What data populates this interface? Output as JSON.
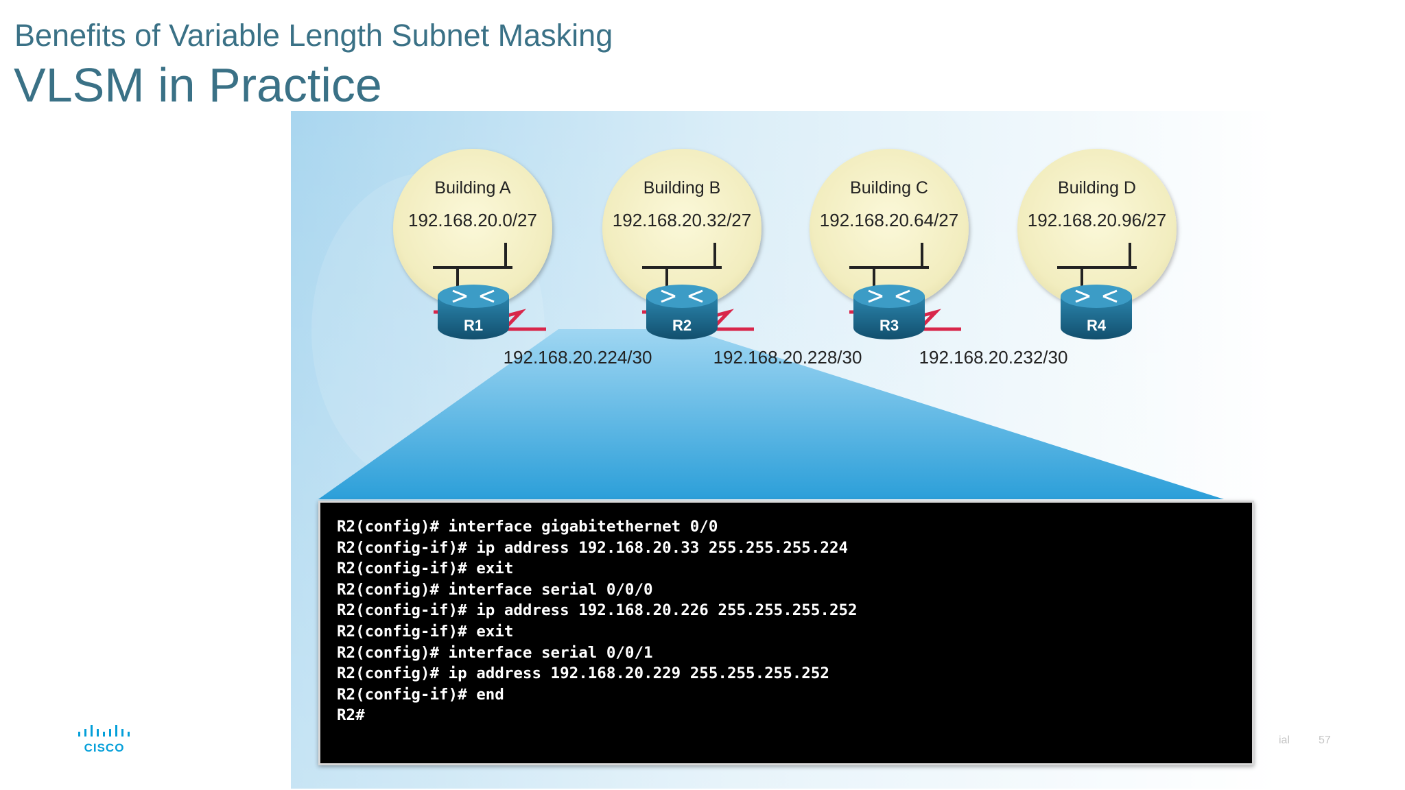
{
  "slide": {
    "subtitle": "Benefits of Variable Length Subnet Masking",
    "title": "VLSM in Practice",
    "footer_note": "ial",
    "page_number": "57",
    "logo_text": "CISCO"
  },
  "diagram": {
    "buildings": [
      {
        "name": "Building A",
        "network": "192.168.20.0/27"
      },
      {
        "name": "Building B",
        "network": "192.168.20.32/27"
      },
      {
        "name": "Building C",
        "network": "192.168.20.64/27"
      },
      {
        "name": "Building D",
        "network": "192.168.20.96/27"
      }
    ],
    "routers": [
      "R1",
      "R2",
      "R3",
      "R4"
    ],
    "serial_links": [
      "192.168.20.224/30",
      "192.168.20.228/30",
      "192.168.20.232/30"
    ]
  },
  "terminal": {
    "lines": [
      "R2(config)# interface gigabitethernet 0/0",
      "R2(config-if)# ip address 192.168.20.33 255.255.255.224",
      "R2(config-if)# exit",
      "R2(config)# interface serial 0/0/0",
      "R2(config-if)# ip address 192.168.20.226 255.255.255.252",
      "R2(config-if)# exit",
      "R2(config)# interface serial 0/0/1",
      "R2(config)# ip address 192.168.20.229 255.255.255.252",
      "R2(config-if)# end",
      "R2#"
    ]
  },
  "colors": {
    "title": "#3a7186",
    "building_fill": "#f4f0c4",
    "router_body": "#1c6f92",
    "serial_link": "#d8264a",
    "callout_blue": "#2ea3dc",
    "cisco_blue": "#049fd9"
  }
}
